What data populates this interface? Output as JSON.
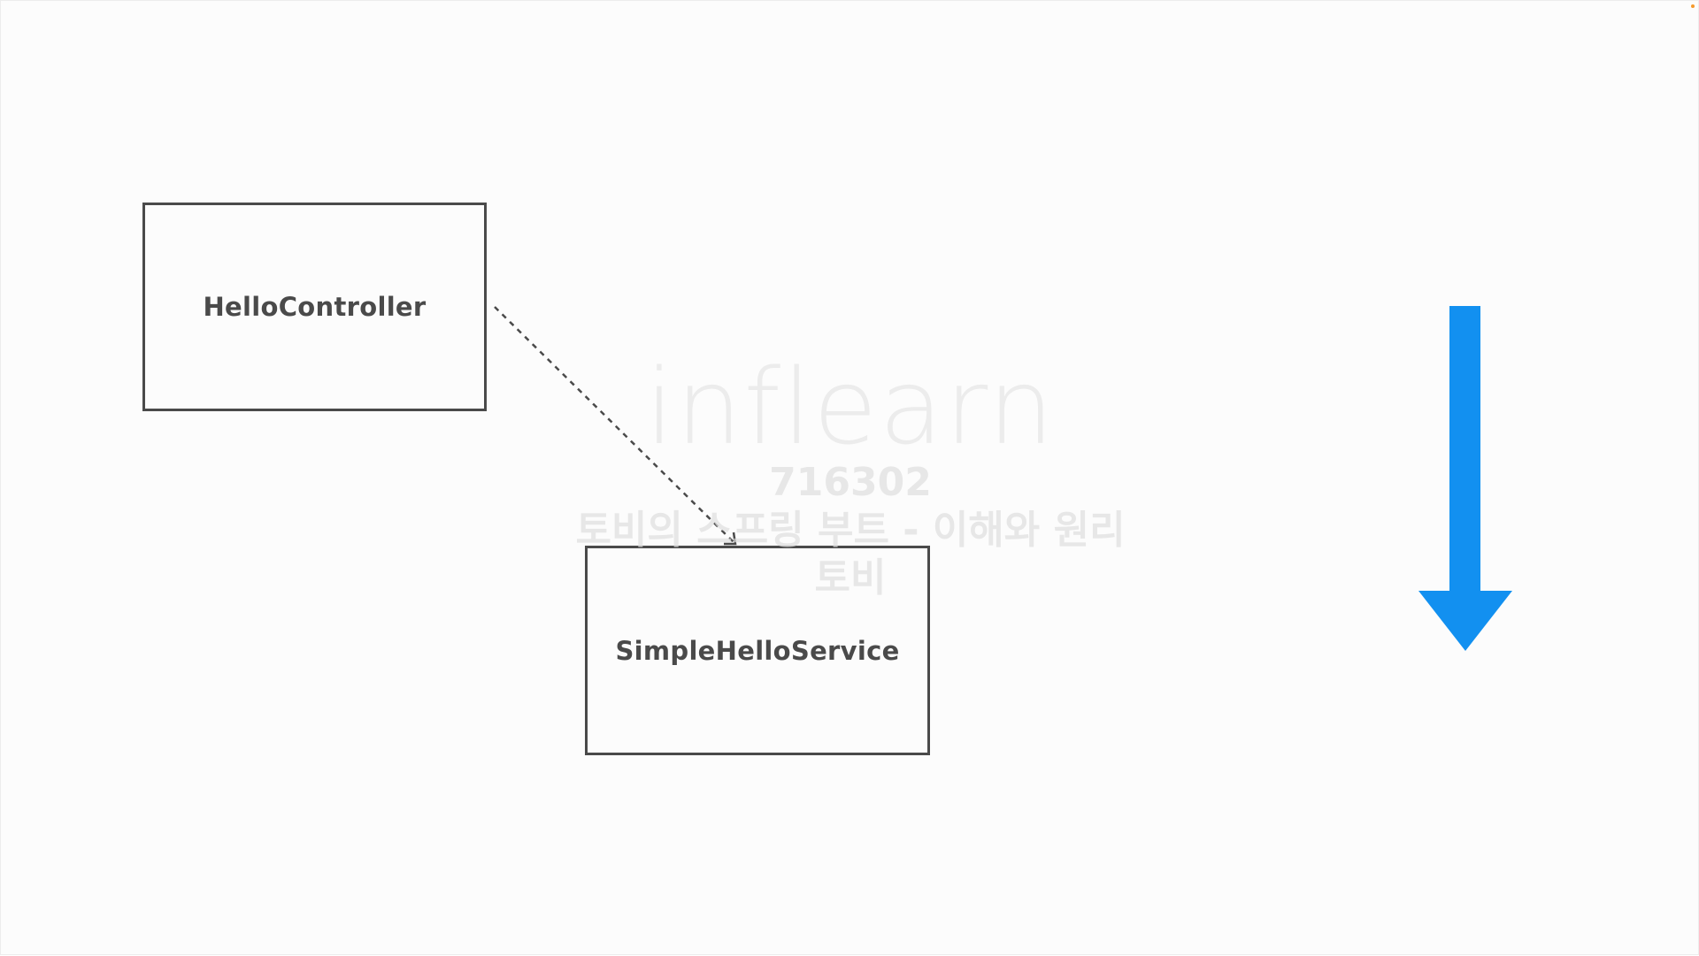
{
  "diagram": {
    "nodes": [
      {
        "id": "hello_controller",
        "label": "HelloController"
      },
      {
        "id": "simple_hello_service",
        "label": "SimpleHelloService"
      }
    ],
    "edges": [
      {
        "from": "hello_controller",
        "to": "simple_hello_service",
        "style": "dashed",
        "arrow": "open"
      }
    ],
    "flow_arrow": {
      "direction": "down",
      "color": "#1290f0"
    }
  },
  "watermark": {
    "logo": "inflearn",
    "id": "716302",
    "course": "토비의 스프링 부트 - 이해와 원리",
    "author": "토비"
  },
  "colors": {
    "background": "#fcfcfc",
    "box_border": "#4a4a4a",
    "connector": "#4a4a4a",
    "arrow": "#1290f0"
  }
}
